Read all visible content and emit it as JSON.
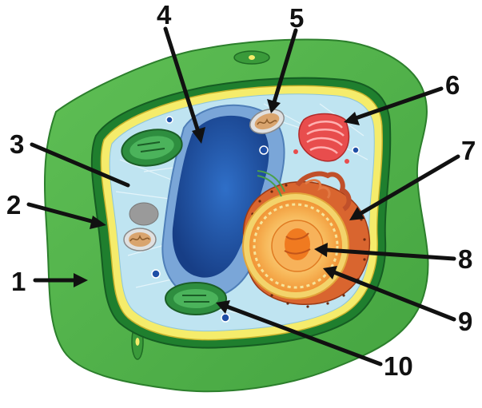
{
  "diagram": {
    "labels": [
      {
        "id": "label-1",
        "text": "1"
      },
      {
        "id": "label-2",
        "text": "2"
      },
      {
        "id": "label-3",
        "text": "3"
      },
      {
        "id": "label-4",
        "text": "4"
      },
      {
        "id": "label-5",
        "text": "5"
      },
      {
        "id": "label-6",
        "text": "6"
      },
      {
        "id": "label-7",
        "text": "7"
      },
      {
        "id": "label-8",
        "text": "8"
      },
      {
        "id": "label-9",
        "text": "9"
      },
      {
        "id": "label-10",
        "text": "10"
      }
    ]
  },
  "colors": {
    "cell_wall": "#4fb148",
    "cell_wall_dark": "#1d7a2a",
    "membrane": "#f5ec6b",
    "cytoplasm": "#bfe4f1",
    "vacuole": "#1f4fa6",
    "nucleus": "#f5a04a",
    "nucleolus": "#f07a20",
    "chloroplast": "#2e8e3f",
    "mitochondrion": "#d9a46e",
    "golgi": "#e84d4d",
    "er": "#c0502a"
  }
}
